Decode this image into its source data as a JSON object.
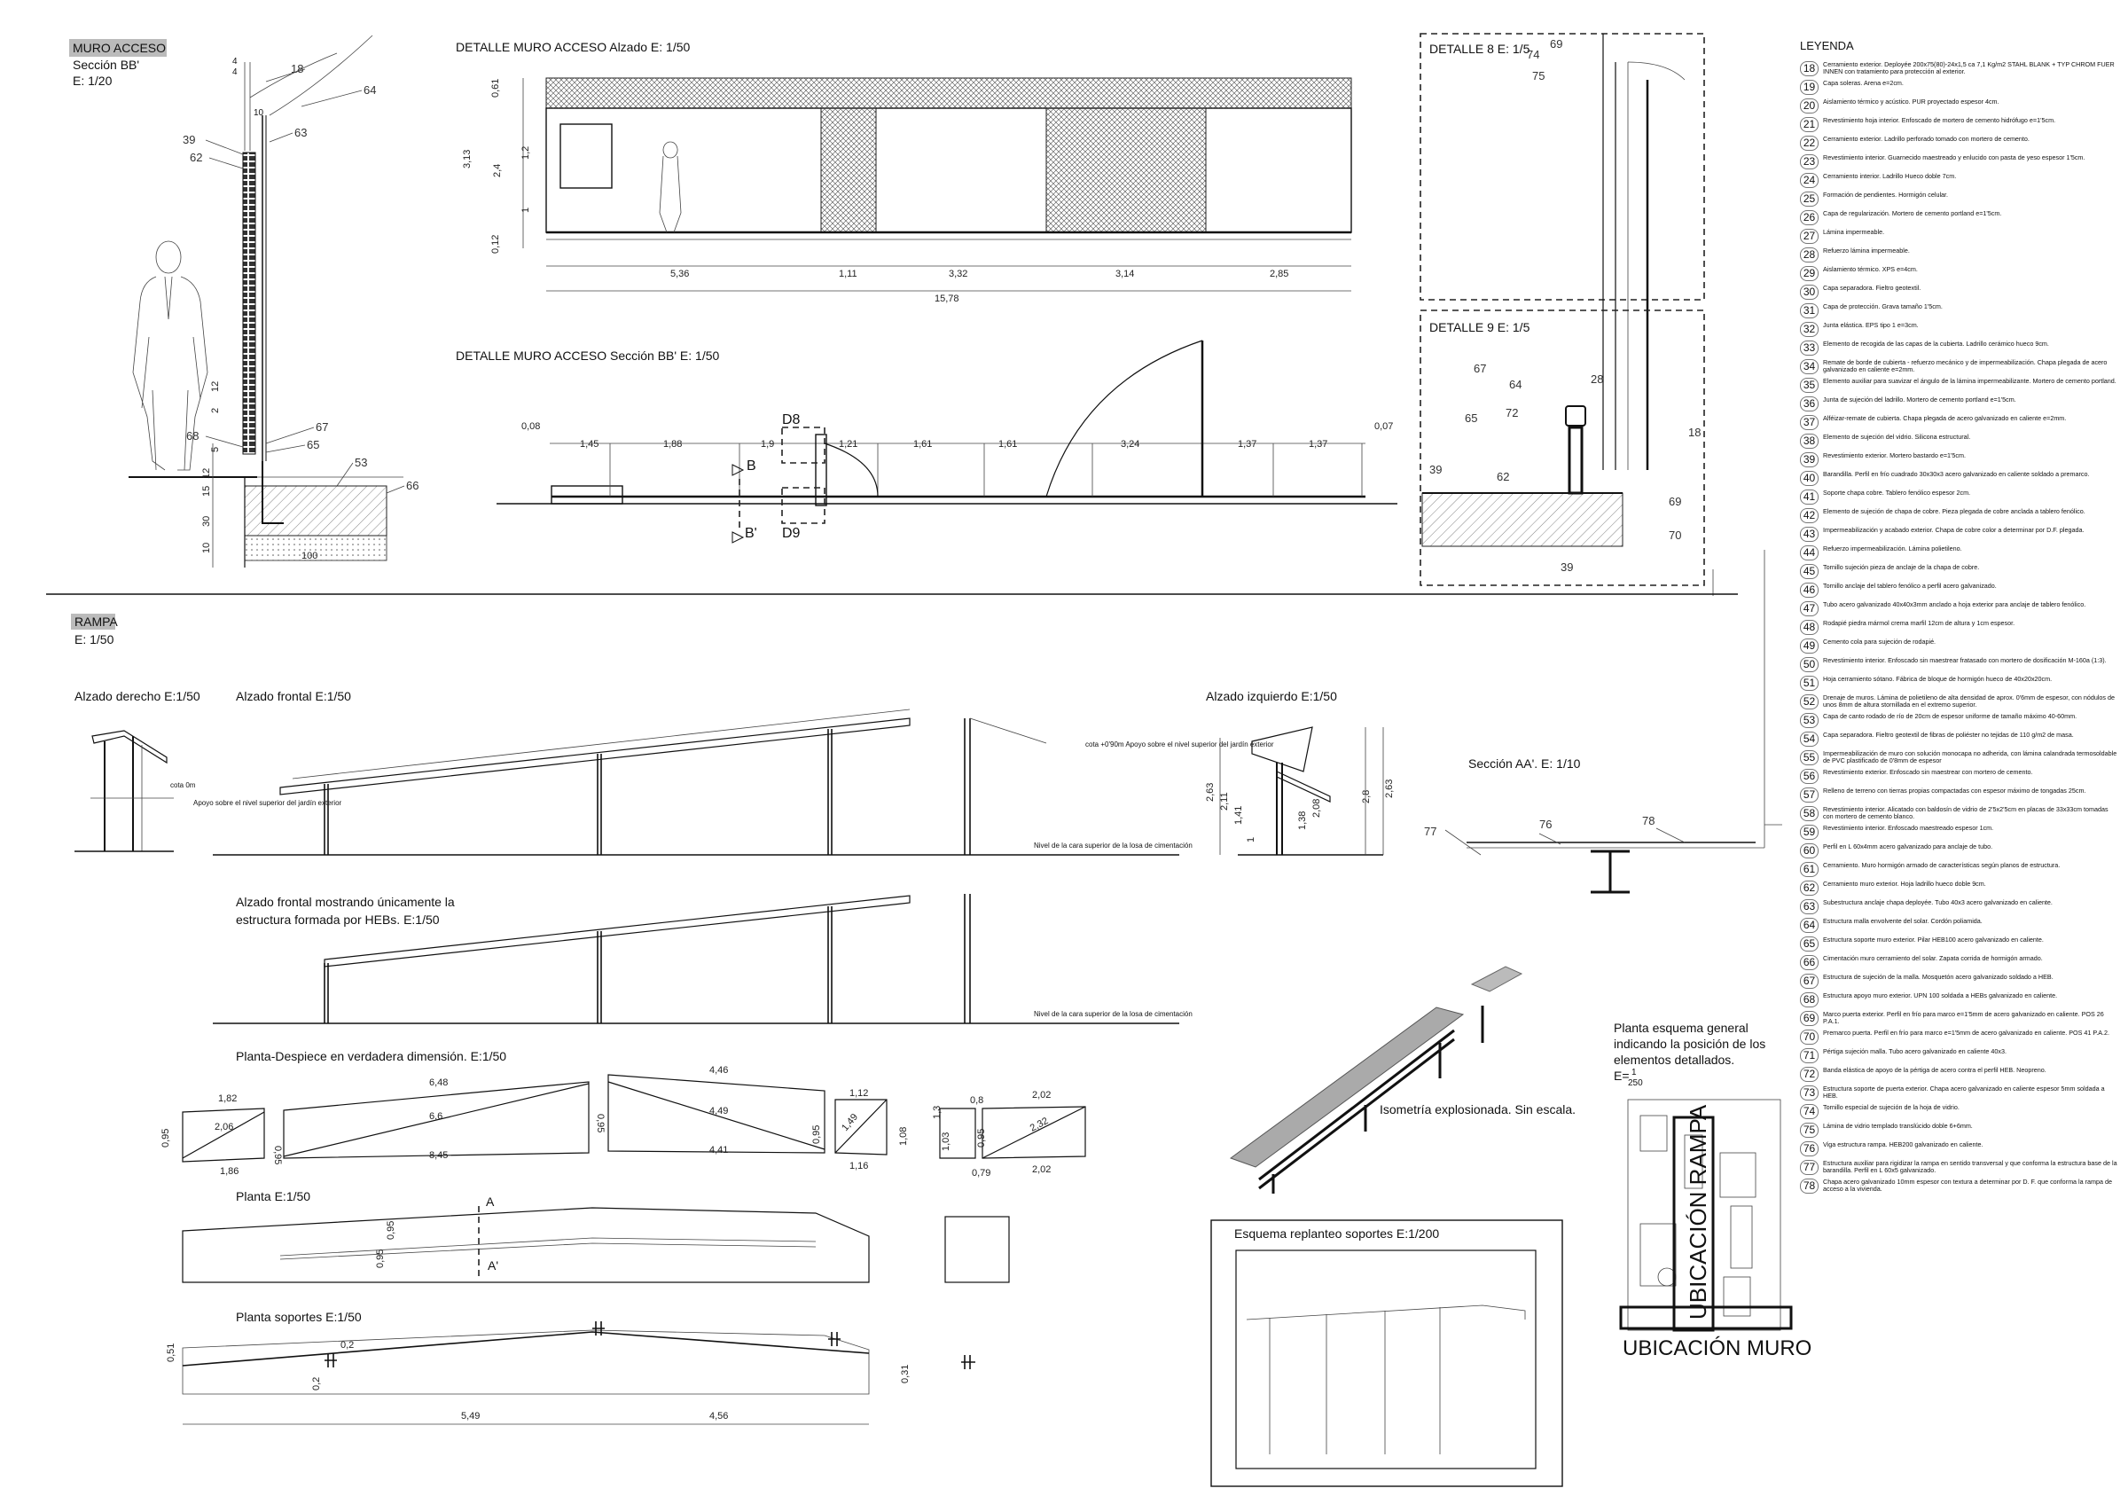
{
  "muro": {
    "title": "MURO ACCESO",
    "subtitle": "Sección BB'",
    "scale": "E: 1/20",
    "callouts": [
      "4",
      "4",
      "18",
      "64",
      "10",
      "63",
      "39",
      "62",
      "67",
      "65",
      "68",
      "53",
      "66"
    ],
    "dims": [
      "12",
      "2",
      "5",
      "12",
      "15",
      "30",
      "10",
      "100"
    ]
  },
  "alzado": {
    "title": "DETALLE MURO ACCESO    Alzado    E: 1/50",
    "h_dims": [
      "5,36",
      "1,11",
      "3,32",
      "3,14",
      "2,85"
    ],
    "total": "15,78",
    "v_dims": [
      "0,61",
      "3,13",
      "1,2",
      "2,4",
      "1",
      "0,12"
    ]
  },
  "seccion": {
    "title": "DETALLE MURO ACCESO    Sección BB'   E: 1/50",
    "dims": [
      "0,08",
      "1,45",
      "1,88",
      "1,9",
      "1,21",
      "1,61",
      "1,61",
      "3,24",
      "1,37",
      "1,37",
      "0,07"
    ],
    "d8": "D8",
    "d9": "D9",
    "b_top": "B",
    "b_bot": "B'"
  },
  "d8": {
    "title": "DETALLE 8   E: 1/5",
    "callouts": [
      "74",
      "69",
      "75"
    ]
  },
  "d9": {
    "title": "DETALLE 9   E: 1/5",
    "callouts": [
      "67",
      "28",
      "64",
      "65",
      "72",
      "18",
      "39",
      "62",
      "69",
      "70",
      "39"
    ]
  },
  "rampa": {
    "title": "RAMPA",
    "scale": "E: 1/50"
  },
  "alzado_derecho": {
    "title": "Alzado derecho E:1/50",
    "cota": "cota 0m",
    "note": "Apoyo sobre el nivel superior del jardín exterior"
  },
  "alzado_frontal": {
    "title": "Alzado frontal E:1/50",
    "note_right": "cota +0'90m Apoyo sobre el nivel superior del jardín exterior",
    "base": "Nivel de la cara superior de la losa de cimentación"
  },
  "alzado_izquierdo": {
    "title": "Alzado izquierdo E:1/50",
    "dims": [
      "2,63",
      "2,11",
      "1,41",
      "1",
      "1,38",
      "2,08",
      "2,8",
      "2,63"
    ]
  },
  "seccion_aa": {
    "title": "Sección AA'. E: 1/10",
    "callouts": [
      "77",
      "76",
      "78"
    ]
  },
  "alzado_estructura": {
    "title_1": "Alzado frontal mostrando únicamente la",
    "title_2": "estructura formada por HEBs. E:1/50",
    "base": "Nivel de la cara superior de la losa de cimentación"
  },
  "despiece": {
    "title": "Planta-Despiece en verdadera dimensión. E:1/50",
    "dims": [
      "1,82",
      "2,06",
      "0,95",
      "0,95",
      "1,86",
      "6,48",
      "6,6",
      "8,45",
      "0,95",
      "4,46",
      "4,49",
      "4,41",
      "0,95",
      "1,12",
      "1,49",
      "1,16",
      "1,08",
      "1,3",
      "0,8",
      "1,03",
      "0,95",
      "0,79",
      "2,02",
      "2,32",
      "2,02"
    ]
  },
  "planta": {
    "title": "Planta E:1/50",
    "a": "A",
    "a2": "A'",
    "dims": [
      "0,95",
      "0,95"
    ]
  },
  "soportes": {
    "title": "Planta soportes E:1/50",
    "dims": [
      "0,51",
      "0,2",
      "0,2",
      "5,49",
      "4,56",
      "0,31"
    ]
  },
  "isometria": {
    "title": "Isometría explosionada. Sin escala."
  },
  "replanteo": {
    "title": "Esquema replanteo soportes E:1/200"
  },
  "esquema": {
    "title_1": "Planta esquema general",
    "title_2": "indicando la posición de los",
    "title_3": "elementos detallados.",
    "scale": "E=",
    "scale_num": "1",
    "scale_den": "250",
    "ubic_rampa": "UBICACIÓN RAMPA",
    "ubic_muro": "UBICACIÓN MURO"
  },
  "legend": {
    "title": "LEYENDA",
    "items": [
      {
        "n": "18",
        "t": "Cerramiento exterior. Deployée 200x75(80)-24x1,5 ca 7,1 Kg/m2 STAHL BLANK + TYP CHROM FUER INNEN con tratamiento para protección al exterior."
      },
      {
        "n": "19",
        "t": "Capa soleras. Arena e=2cm."
      },
      {
        "n": "20",
        "t": "Aislamiento térmico y acústico. PUR proyectado espesor 4cm."
      },
      {
        "n": "21",
        "t": "Revestimiento hoja interior. Enfoscado de mortero de cemento hidrófugo e=1'5cm."
      },
      {
        "n": "22",
        "t": "Cerramiento exterior. Ladrillo perforado tomado con mortero de cemento."
      },
      {
        "n": "23",
        "t": "Revestimiento interior. Guarnecido maestreado y enlucido con pasta de yeso espesor 1'5cm."
      },
      {
        "n": "24",
        "t": "Cerramiento interior. Ladrillo Hueco doble 7cm."
      },
      {
        "n": "25",
        "t": "Formación de pendientes. Hormigón celular."
      },
      {
        "n": "26",
        "t": "Capa de regularización. Mortero de cemento portland e=1'5cm."
      },
      {
        "n": "27",
        "t": "Lámina impermeable."
      },
      {
        "n": "28",
        "t": "Refuerzo lámina impermeable."
      },
      {
        "n": "29",
        "t": "Aislamiento térmico. XPS e=4cm."
      },
      {
        "n": "30",
        "t": "Capa separadora. Fieltro geotextil."
      },
      {
        "n": "31",
        "t": "Capa de protección. Grava tamaño 1'5cm."
      },
      {
        "n": "32",
        "t": "Junta elástica. EPS tipo 1 e=3cm."
      },
      {
        "n": "33",
        "t": "Elemento de recogida de las capas de la cubierta. Ladrillo cerámico hueco 9cm."
      },
      {
        "n": "34",
        "t": "Remate de borde de cubierta - refuerzo mecánico y de impermeabilización. Chapa plegada de acero galvanizado en caliente e=2mm."
      },
      {
        "n": "35",
        "t": "Elemento auxiliar para suavizar el ángulo de la lámina impermeabilizante. Mortero de cemento portland."
      },
      {
        "n": "36",
        "t": "Junta de sujeción del ladrillo. Mortero de cemento portland e=1'5cm."
      },
      {
        "n": "37",
        "t": "Alféizar-remate de cubierta. Chapa plegada de acero galvanizado en caliente e=2mm."
      },
      {
        "n": "38",
        "t": "Elemento de sujeción del vidrio. Silicona estructural."
      },
      {
        "n": "39",
        "t": "Revestimiento exterior. Mortero bastardo e=1'5cm."
      },
      {
        "n": "40",
        "t": "Barandilla. Perfil en frío cuadrado 30x30x3 acero galvanizado en caliente soldado a premarco."
      },
      {
        "n": "41",
        "t": "Soporte chapa cobre. Tablero fenólico espesor 2cm."
      },
      {
        "n": "42",
        "t": "Elemento de sujeción de chapa de cobre. Pieza plegada de cobre anclada a tablero fenólico."
      },
      {
        "n": "43",
        "t": "Impermeabilización y acabado exterior. Chapa de cobre color a determinar por D.F. plegada."
      },
      {
        "n": "44",
        "t": "Refuerzo impermeabilización. Lámina polietileno."
      },
      {
        "n": "45",
        "t": "Tornillo sujeción pieza de anclaje de la chapa de cobre."
      },
      {
        "n": "46",
        "t": "Tornillo anclaje del tablero fenólico a perfil acero galvanizado."
      },
      {
        "n": "47",
        "t": "Tubo acero galvanizado 40x40x3mm anclado a hoja exterior para anclaje de tablero fenólico."
      },
      {
        "n": "48",
        "t": "Rodapié piedra mármol crema marfil 12cm de altura y 1cm espesor."
      },
      {
        "n": "49",
        "t": "Cemento cola para sujeción de rodapié."
      },
      {
        "n": "50",
        "t": "Revestimiento interior. Enfoscado sin maestrear fratasado con mortero de dosificación M-160a (1:3)."
      },
      {
        "n": "51",
        "t": "Hoja cerramiento sótano. Fábrica de bloque de hormigón hueco de 40x20x20cm."
      },
      {
        "n": "52",
        "t": "Drenaje de muros. Lámina de polietileno de alta densidad de aprox. 0'6mm de espesor, con nódulos de unos 8mm de altura stornillada en el extremo superior."
      },
      {
        "n": "53",
        "t": "Capa de canto rodado de río de 20cm de espesor uniforme de tamaño máximo 40-60mm."
      },
      {
        "n": "54",
        "t": "Capa separadora. Fieltro geotextil de fibras de poliéster no tejidas de 110 g/m2 de masa."
      },
      {
        "n": "55",
        "t": "Impermeabilización de muro con solución monocapa no adherida, con lámina calandrada termosoldable de PVC plastificado de 0'8mm de espesor"
      },
      {
        "n": "56",
        "t": "Revestimiento exterior. Enfoscado sin maestrear con mortero de cemento."
      },
      {
        "n": "57",
        "t": "Relleno de terreno con tierras propias compactadas con espesor máximo de tongadas 25cm."
      },
      {
        "n": "58",
        "t": "Revestimiento interior. Alicatado con baldosín de vidrio de 2'5x2'5cm en placas de 33x33cm tomadas con mortero de cemento blanco."
      },
      {
        "n": "59",
        "t": "Revestimiento interior. Enfoscado maestreado espesor 1cm."
      },
      {
        "n": "60",
        "t": "Perfil en L 60x4mm acero galvanizado para anclaje de tubo."
      },
      {
        "n": "61",
        "t": "Cerramiento. Muro hormigón armado de características según planos de estructura."
      },
      {
        "n": "62",
        "t": "Cerramiento muro exterior. Hoja ladrillo hueco doble 9cm."
      },
      {
        "n": "63",
        "t": "Subestructura anclaje chapa deployée. Tubo 40x3 acero galvanizado en caliente."
      },
      {
        "n": "64",
        "t": "Estructura malla envolvente del solar. Cordón poliamida."
      },
      {
        "n": "65",
        "t": "Estructura soporte muro exterior. Pilar HEB100 acero galvanizado en caliente."
      },
      {
        "n": "66",
        "t": "Cimentación muro cerramiento del solar. Zapata corrida de hormigón armado."
      },
      {
        "n": "67",
        "t": "Estructura de sujeción de la malla. Mosquetón acero galvanizado soldado a HEB."
      },
      {
        "n": "68",
        "t": "Estructura apoyo muro exterior. UPN 100 soldada a HEBs galvanizado en caliente."
      },
      {
        "n": "69",
        "t": "Marco puerta exterior. Perfil en frío para marco e=1'5mm de acero galvanizado en caliente. POS 26 P.A.1."
      },
      {
        "n": "70",
        "t": "Premarco puerta. Perfil en frío para marco e=1'5mm de acero galvanizado en caliente. POS 41 P.A.2."
      },
      {
        "n": "71",
        "t": "Pértiga sujeción malla. Tubo acero galvanizado en caliente 40x3."
      },
      {
        "n": "72",
        "t": "Banda elástica de apoyo de la pértiga de acero contra el perfil HEB. Neopreno."
      },
      {
        "n": "73",
        "t": "Estructura soporte de puerta exterior. Chapa acero galvanizado en caliente espesor 5mm soldada a HEB."
      },
      {
        "n": "74",
        "t": "Tornillo especial de sujeción de la hoja de vidrio."
      },
      {
        "n": "75",
        "t": "Lámina de vidrio templado translúcido doble 6+6mm."
      },
      {
        "n": "76",
        "t": "Viga estructura rampa. HEB200 galvanizado en caliente."
      },
      {
        "n": "77",
        "t": "Estructura auxiliar para rigidizar la rampa en sentido transversal y que conforma la estructura base de la barandilla. Perfil en L 60x5 galvanizado."
      },
      {
        "n": "78",
        "t": "Chapa acero galvanizado 10mm espesor con textura a determinar por D. F. que conforma la rampa de acceso a la vivienda."
      }
    ]
  }
}
